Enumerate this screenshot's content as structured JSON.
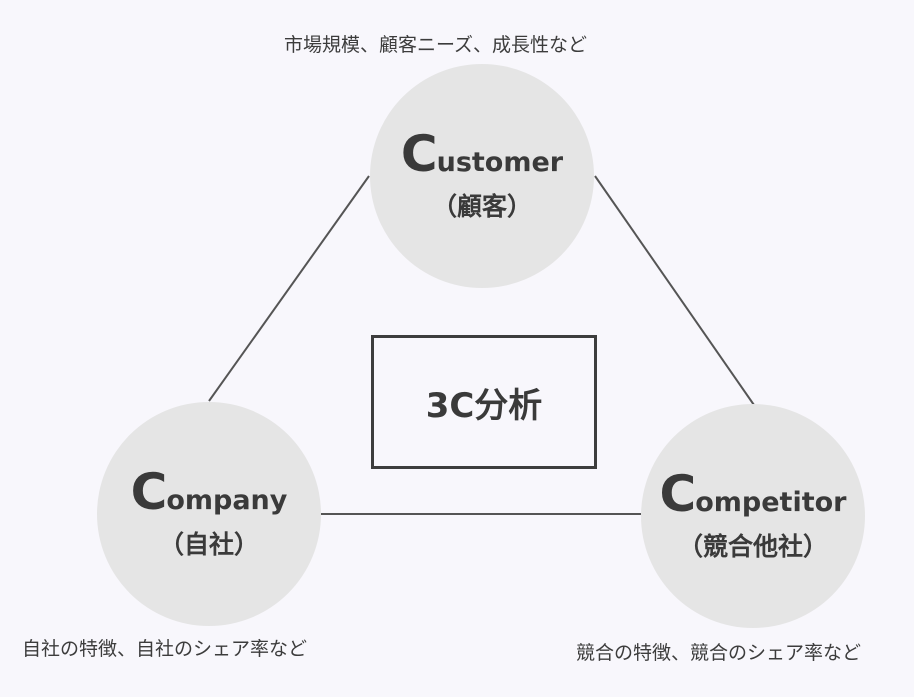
{
  "title": "3C分析",
  "nodes": {
    "customer": {
      "initial": "C",
      "rest": "ustomer",
      "japanese": "（顧客）",
      "description": "市場規模、顧客ニーズ、成長性など"
    },
    "company": {
      "initial": "C",
      "rest": "ompany",
      "japanese": "（自社）",
      "description": "自社の特徴、自社のシェア率など"
    },
    "competitor": {
      "initial": "C",
      "rest": "ompetitor",
      "japanese": "（競合他社）",
      "description": "競合の特徴、競合のシェア率など"
    }
  },
  "colors": {
    "background": "#f8f7fc",
    "circle_fill": "#e5e5e5",
    "text": "#3a3a3a",
    "line": "#555555"
  }
}
